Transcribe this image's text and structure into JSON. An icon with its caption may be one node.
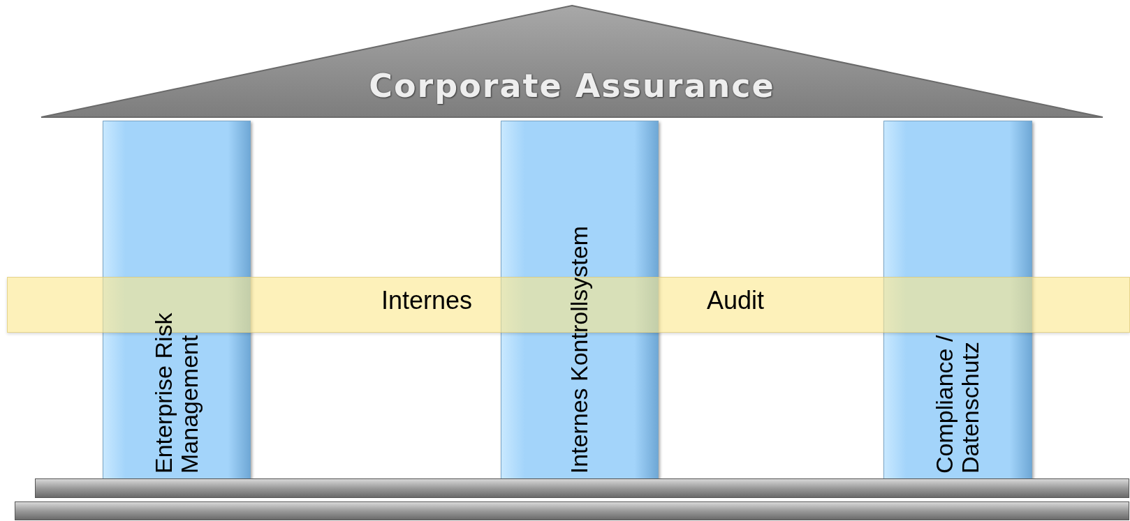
{
  "diagram": {
    "nodes": [
      {
        "text": [
          "Corporate Assurance"
        ]
      },
      {
        "text": [
          "Enterprise Risk Management"
        ]
      },
      {
        "text": [
          "Internes Kontrollsystem"
        ]
      },
      {
        "text": [
          "Compliance / Datenschutz"
        ]
      },
      {
        "text": [
          "Internes",
          "Audit"
        ]
      },
      {
        "text": [],
        "shape": "bar"
      },
      {
        "text": [],
        "shape": "bar"
      }
    ]
  }
}
